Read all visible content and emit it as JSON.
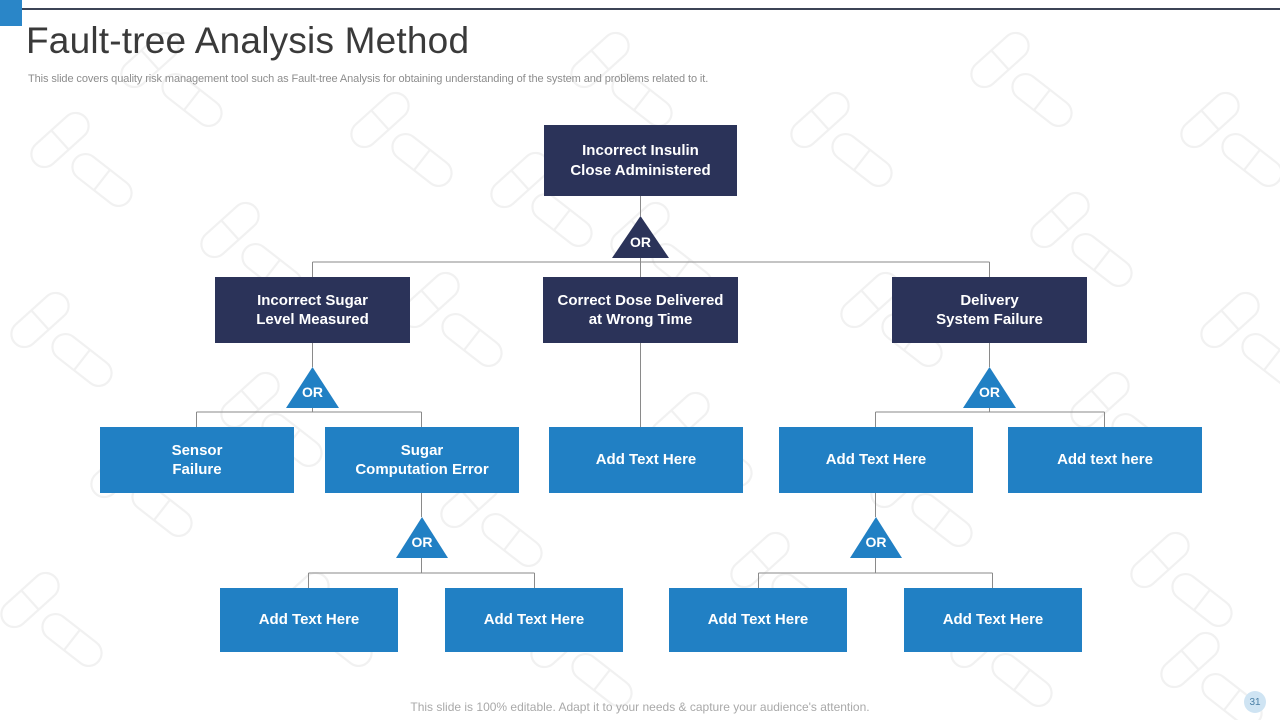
{
  "header": {
    "title": "Fault-tree Analysis Method",
    "subtitle": "This slide covers quality risk management tool such as Fault-tree Analysis for obtaining understanding of the system and problems related to it."
  },
  "footer": {
    "note": "This slide is 100% editable. Adapt it to your needs & capture your audience's attention.",
    "page_number": "31"
  },
  "colors": {
    "navy": "#2b3359",
    "blue": "#2180c4",
    "accent": "#2a86c8",
    "connector": "#8a8a8a",
    "title_text": "#3a3a3a",
    "subtitle_text": "#8d8d8d",
    "badge_bg": "#cfe4f3"
  },
  "diagram": {
    "type": "fault-tree",
    "gate_label": "OR",
    "nodes": [
      {
        "id": "top",
        "label": "Incorrect Insulin\nClose Administered",
        "level": 1,
        "style": "navy"
      },
      {
        "id": "r2a",
        "label": "Incorrect Sugar\nLevel Measured",
        "level": 2,
        "style": "navy"
      },
      {
        "id": "r2b",
        "label": "Correct Dose Delivered\nat Wrong Time",
        "level": 2,
        "style": "navy"
      },
      {
        "id": "r2c",
        "label": "Delivery\nSystem Failure",
        "level": 2,
        "style": "navy"
      },
      {
        "id": "r3a",
        "label": "Sensor\nFailure",
        "level": 3,
        "style": "blue"
      },
      {
        "id": "r3b",
        "label": "Sugar\nComputation Error",
        "level": 3,
        "style": "blue"
      },
      {
        "id": "r3c",
        "label": "Add Text Here",
        "level": 3,
        "style": "blue"
      },
      {
        "id": "r3d",
        "label": "Add Text Here",
        "level": 3,
        "style": "blue"
      },
      {
        "id": "r3e",
        "label": "Add text here",
        "level": 3,
        "style": "blue"
      },
      {
        "id": "r4a",
        "label": "Add Text Here",
        "level": 4,
        "style": "blue"
      },
      {
        "id": "r4b",
        "label": "Add Text Here",
        "level": 4,
        "style": "blue"
      },
      {
        "id": "r4c",
        "label": "Add Text Here",
        "level": 4,
        "style": "blue"
      },
      {
        "id": "r4d",
        "label": "Add Text Here",
        "level": 4,
        "style": "blue"
      }
    ],
    "gates": [
      {
        "id": "g-top",
        "label": "OR",
        "style": "navy",
        "parent": "top",
        "children": [
          "r2a",
          "r2b",
          "r2c"
        ]
      },
      {
        "id": "g-left",
        "label": "OR",
        "style": "blue",
        "parent": "r2a",
        "children": [
          "r3a",
          "r3b"
        ]
      },
      {
        "id": "g-right",
        "label": "OR",
        "style": "blue",
        "parent": "r2c",
        "children": [
          "r3d",
          "r3e"
        ]
      },
      {
        "id": "g-bl",
        "label": "OR",
        "style": "blue",
        "parent": "r3b",
        "children": [
          "r4a",
          "r4b"
        ]
      },
      {
        "id": "g-br",
        "label": "OR",
        "style": "blue",
        "parent": "r3d",
        "children": [
          "r4c",
          "r4d"
        ]
      }
    ]
  }
}
